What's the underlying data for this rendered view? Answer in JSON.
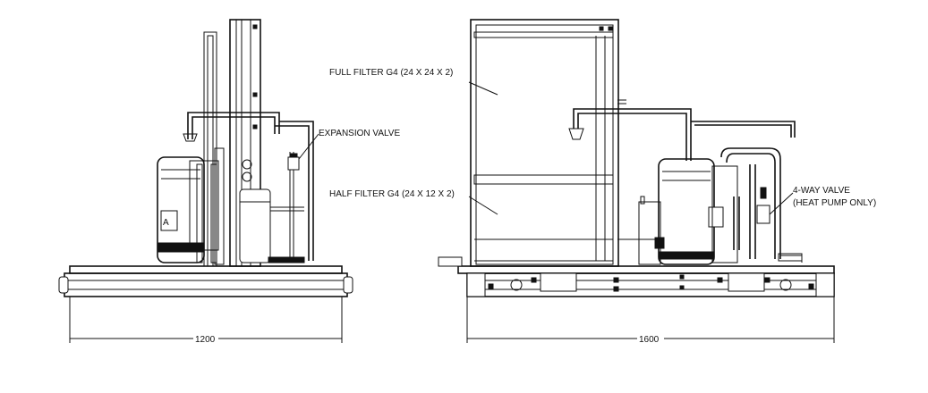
{
  "labels": {
    "expansion_valve": "EXPANSION VALVE",
    "full_filter": "FULL FILTER G4 (24 X 24 X 2)",
    "half_filter": "HALF FILTER G4 (24 X 12 X 2)",
    "four_way_valve_line1": "4-WAY VALVE",
    "four_way_valve_line2": "(HEAT PUMP ONLY)"
  },
  "dimensions": {
    "side_width": "1200",
    "front_width": "1600"
  },
  "colors": {
    "line": "#111111",
    "background": "#ffffff"
  }
}
